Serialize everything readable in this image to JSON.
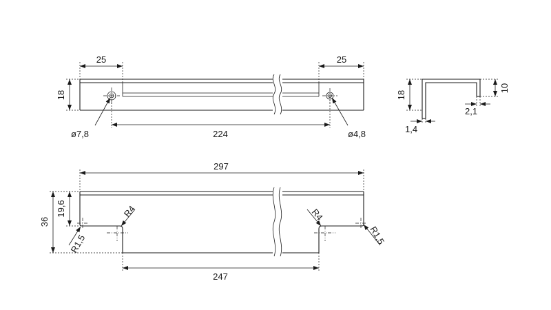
{
  "top_view": {
    "dim_left_offset": "25",
    "dim_right_offset": "25",
    "dim_height": "18",
    "dim_hole_spacing": "224",
    "hole_left_diameter": "ø7,8",
    "hole_right_diameter": "ø4,8"
  },
  "side_view": {
    "dim_height": "18",
    "dim_lip": "10",
    "dim_thickness_lip": "2,1",
    "dim_thickness": "1,4"
  },
  "front_view": {
    "dim_total_length": "297",
    "dim_total_height": "36",
    "dim_upper_height": "19,6",
    "dim_radius_left_inner": "R4",
    "dim_radius_right_inner": "R4",
    "dim_radius_left_outer": "R1,5",
    "dim_radius_right_outer": "R1,5",
    "dim_bottom_length": "247"
  }
}
